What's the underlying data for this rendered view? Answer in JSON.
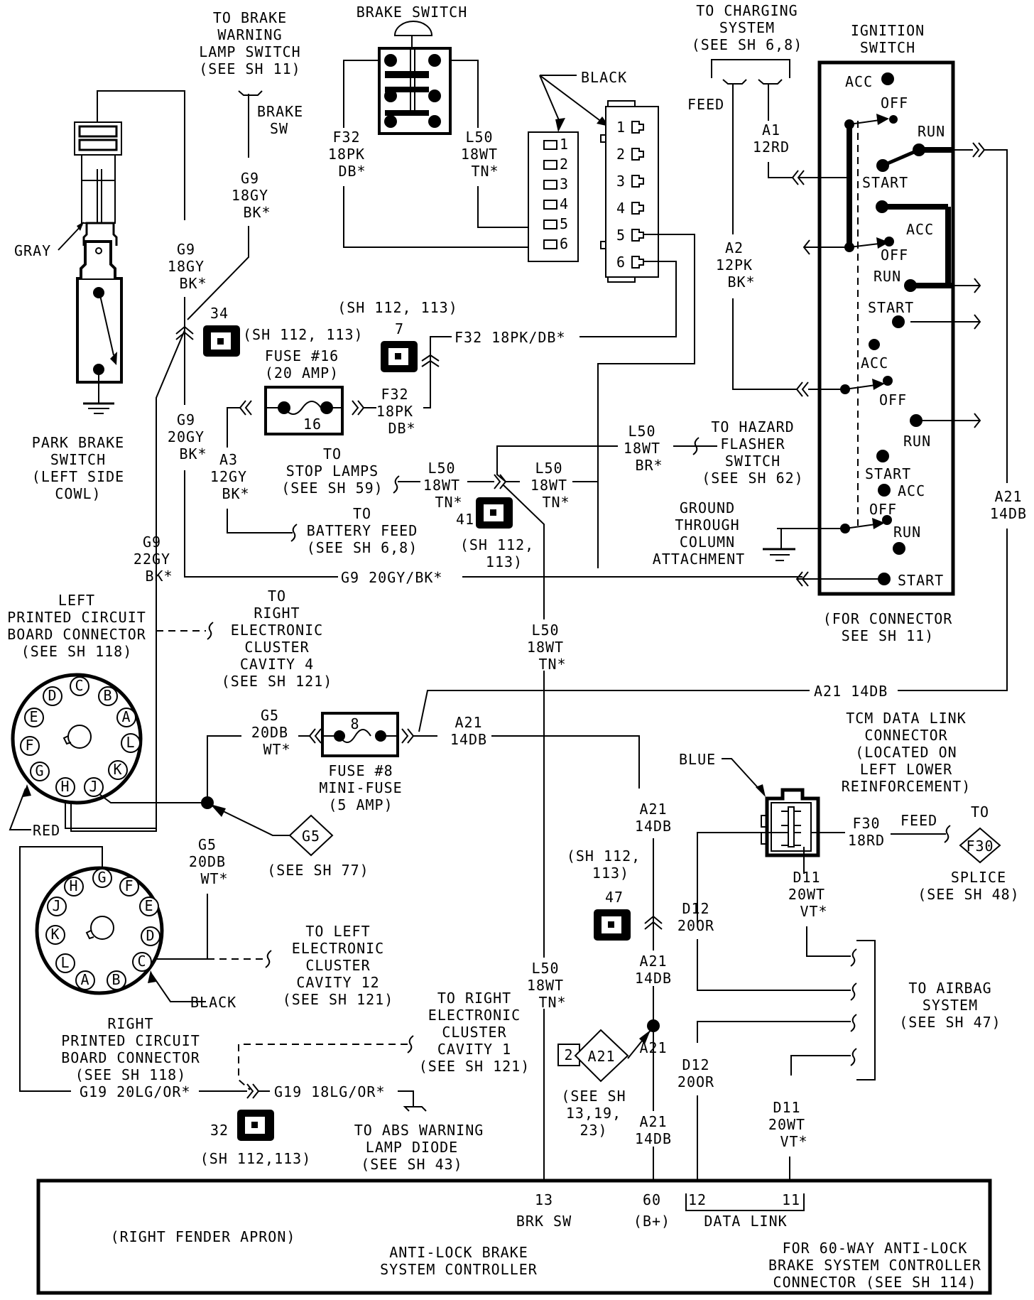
{
  "brake_warning_lamp_switch": {
    "lines": [
      "TO BRAKE",
      "WARNING",
      "LAMP SWITCH",
      "(SEE SH 11)"
    ],
    "pin_label": [
      "BRAKE",
      "SW"
    ]
  },
  "brake_switch": {
    "title": "BRAKE SWITCH",
    "left_wire": [
      "F32",
      "18PK",
      "DB*"
    ],
    "right_wire": [
      "L50",
      "18WT",
      "TN*"
    ],
    "connector_color": "BLACK",
    "connector_a_pins": [
      "1",
      "2",
      "3",
      "4",
      "5",
      "6"
    ],
    "connector_b_pins": [
      "1",
      "2",
      "3",
      "4",
      "5",
      "6"
    ]
  },
  "charging_system": {
    "lines": [
      "TO CHARGING",
      "SYSTEM",
      "(SEE SH 6,8)"
    ],
    "feed_label": "FEED",
    "a1_wire": [
      "A1",
      "12RD"
    ],
    "a2_wire": [
      "A2",
      "12PK",
      "BK*"
    ]
  },
  "ignition_switch": {
    "title": [
      "IGNITION",
      "SWITCH"
    ],
    "positions": {
      "acc": "ACC",
      "off": "OFF",
      "run": "RUN",
      "start": "START"
    },
    "connector_note": [
      "(FOR CONNECTOR",
      "SEE SH 11)"
    ]
  },
  "park_brake_switch": {
    "connector_color": "GRAY",
    "lines": [
      "PARK BRAKE",
      "SWITCH",
      "(LEFT SIDE",
      "COWL)"
    ],
    "upper_wire": [
      "G9",
      "18GY",
      "BK*"
    ],
    "lamp_wire": [
      "G9",
      "18GY",
      "BK*"
    ],
    "lower_wire": [
      "G9",
      "20GY",
      "BK*"
    ],
    "pcb_wire": [
      "G9",
      "22GY",
      "BK*"
    ]
  },
  "splices": {
    "s34": {
      "number": "34",
      "ref": "(SH 112, 113)"
    },
    "s7": {
      "number": "7",
      "ref": "(SH 112, 113)"
    },
    "s41": {
      "number": "41",
      "ref": [
        "(SH 112,",
        "113)"
      ]
    },
    "s47": {
      "number": "47",
      "ref": [
        "(SH 112,",
        "113)"
      ]
    },
    "s32": {
      "number": "32",
      "ref": "(SH 112,113)"
    }
  },
  "fuse16": {
    "title": [
      "FUSE #16",
      "(20 AMP)"
    ],
    "number": "16",
    "out_wire": [
      "F32",
      "18PK",
      "DB*"
    ],
    "top_wire": "F32 18PK/DB*",
    "in_wire": [
      "A3",
      "12GY",
      "BK*"
    ]
  },
  "battery_feed": {
    "lines": [
      "TO",
      "BATTERY FEED",
      "(SEE SH 6,8)"
    ]
  },
  "stop_lamps": {
    "lines": [
      "TO",
      "STOP LAMPS",
      "(SEE SH 59)"
    ],
    "wire_left": [
      "L50",
      "18WT",
      "TN*"
    ],
    "wire_right": [
      "L50",
      "18WT",
      "TN*"
    ]
  },
  "hazard_flasher": {
    "lines": [
      "TO HAZARD",
      "FLASHER",
      "SWITCH",
      "(SEE SH 62)"
    ],
    "wire": [
      "L50",
      "18WT",
      "BR*"
    ]
  },
  "ground": {
    "lines": [
      "GROUND",
      "THROUGH",
      "COLUMN",
      "ATTACHMENT"
    ]
  },
  "g9_bus_label": "G9 20GY/BK*",
  "a21_right": {
    "wire": [
      "A21",
      "14DB"
    ],
    "top_label": "A21 14DB"
  },
  "left_pcb": {
    "lines": [
      "LEFT",
      "PRINTED CIRCUIT",
      "BOARD CONNECTOR",
      "(SEE SH 118)"
    ],
    "pins": [
      "D",
      "C",
      "B",
      "E",
      "A",
      "F",
      "L",
      "G",
      "K",
      "H",
      "J"
    ],
    "color": "RED"
  },
  "right_cluster_cavity4": {
    "lines": [
      "TO",
      "RIGHT",
      "ELECTRONIC",
      "CLUSTER",
      "CAVITY 4",
      "(SEE SH 121)"
    ]
  },
  "fuse8": {
    "number": "8",
    "title": [
      "FUSE #8",
      "MINI-FUSE",
      "(5 AMP)"
    ],
    "in_wire": [
      "G5",
      "20DB",
      "WT*"
    ],
    "out_wire": [
      "A21",
      "14DB"
    ]
  },
  "g5_splice": {
    "label": "G5",
    "ref": "(SEE SH 77)",
    "wire": [
      "G5",
      "20DB",
      "WT*"
    ]
  },
  "right_pcb": {
    "lines": [
      "RIGHT",
      "PRINTED CIRCUIT",
      "BOARD CONNECTOR",
      "(SEE SH 118)"
    ],
    "pins": [
      "H",
      "G",
      "F",
      "J",
      "E",
      "K",
      "D",
      "L",
      "A",
      "B",
      "C"
    ],
    "color": "BLACK"
  },
  "left_cluster_cavity12": {
    "lines": [
      "TO LEFT",
      "ELECTRONIC",
      "CLUSTER",
      "CAVITY 12",
      "(SEE SH 121)"
    ]
  },
  "right_cluster_cavity1": {
    "lines": [
      "TO RIGHT",
      "ELECTRONIC",
      "CLUSTER",
      "CAVITY 1",
      "(SEE SH 121)"
    ]
  },
  "g19": {
    "left_wire": "G19 20LG/OR*",
    "right_wire": "G19 18LG/OR*"
  },
  "abs_lamp": {
    "lines": [
      "TO ABS WARNING",
      "LAMP DIODE",
      "(SEE SH 43)"
    ]
  },
  "l50_vertical": {
    "upper": [
      "L50",
      "18WT",
      "TN*"
    ],
    "lower": [
      "L50",
      "18WT",
      "TN*"
    ]
  },
  "a21_center": {
    "upper": [
      "A21",
      "14DB"
    ],
    "middle": [
      "A21",
      "14DB"
    ],
    "lower": [
      "A21",
      "14DB"
    ],
    "splice_num": "2",
    "splice_label": "A21",
    "splice_ref": [
      "(SEE SH",
      "13,19,",
      "23)"
    ]
  },
  "tcm": {
    "lines": [
      "TCM DATA LINK",
      "CONNECTOR",
      "(LOCATED ON",
      "LEFT LOWER",
      "REINFORCEMENT)"
    ],
    "color": "BLUE",
    "f30_wire": [
      "F30",
      "18RD"
    ],
    "feed_label": "FEED",
    "splice_to": "TO",
    "splice_label": "F30",
    "splice_lines": [
      "SPLICE",
      "(SEE SH 48)"
    ],
    "d12_upper": [
      "D12",
      "20OR"
    ],
    "d11_upper": [
      "D11",
      "20WT",
      "VT*"
    ],
    "d12_lower": [
      "D12",
      "20OR"
    ],
    "d11_lower": [
      "D11",
      "20WT",
      "VT*"
    ]
  },
  "airbag": {
    "lines": [
      "TO AIRBAG",
      "SYSTEM",
      "(SEE SH 47)"
    ]
  },
  "abs_controller": {
    "location": "(RIGHT FENDER APRON)",
    "name": [
      "ANTI-LOCK BRAKE",
      "SYSTEM CONTROLLER"
    ],
    "note": [
      "FOR 60-WAY ANTI-LOCK",
      "BRAKE SYSTEM CONTROLLER",
      "CONNECTOR (SEE SH 114)"
    ],
    "pins": [
      {
        "num": "13",
        "label": "BRK SW"
      },
      {
        "num": "60",
        "label": "(B+)"
      },
      {
        "num": "12",
        "label": ""
      },
      {
        "num": "11",
        "label": ""
      }
    ],
    "data_link_label": "DATA LINK"
  }
}
